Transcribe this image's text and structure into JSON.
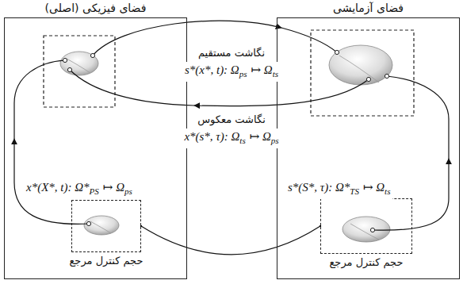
{
  "diagram": {
    "nodes": [
      {
        "text": [
          "فضای فیزیکی (اصلی)"
        ]
      },
      {
        "text": [
          "فضای آزمایشی"
        ]
      },
      {
        "text": [
          "حجم کنترل مرجع"
        ],
        "in": 0
      },
      {
        "text": [
          "حجم کنترل مرجع"
        ],
        "in": 1
      }
    ],
    "edges": [
      {
        "from": 2,
        "to": 3,
        "arrow": "none"
      }
    ],
    "labels": [
      "نگاشت مستقیم",
      "s*(x*, t): Ω",
      "ps",
      "↦ Ω",
      "ts",
      "نگاشت معکوس",
      "x*(s*, τ): Ω",
      "ts",
      "↦ Ω",
      "ps",
      "x*(X*, t): Ω*",
      "PS",
      "↦ Ω",
      "ps",
      "s*(S*, τ): Ω*",
      "TS",
      "↦ Ω",
      "ts"
    ]
  }
}
